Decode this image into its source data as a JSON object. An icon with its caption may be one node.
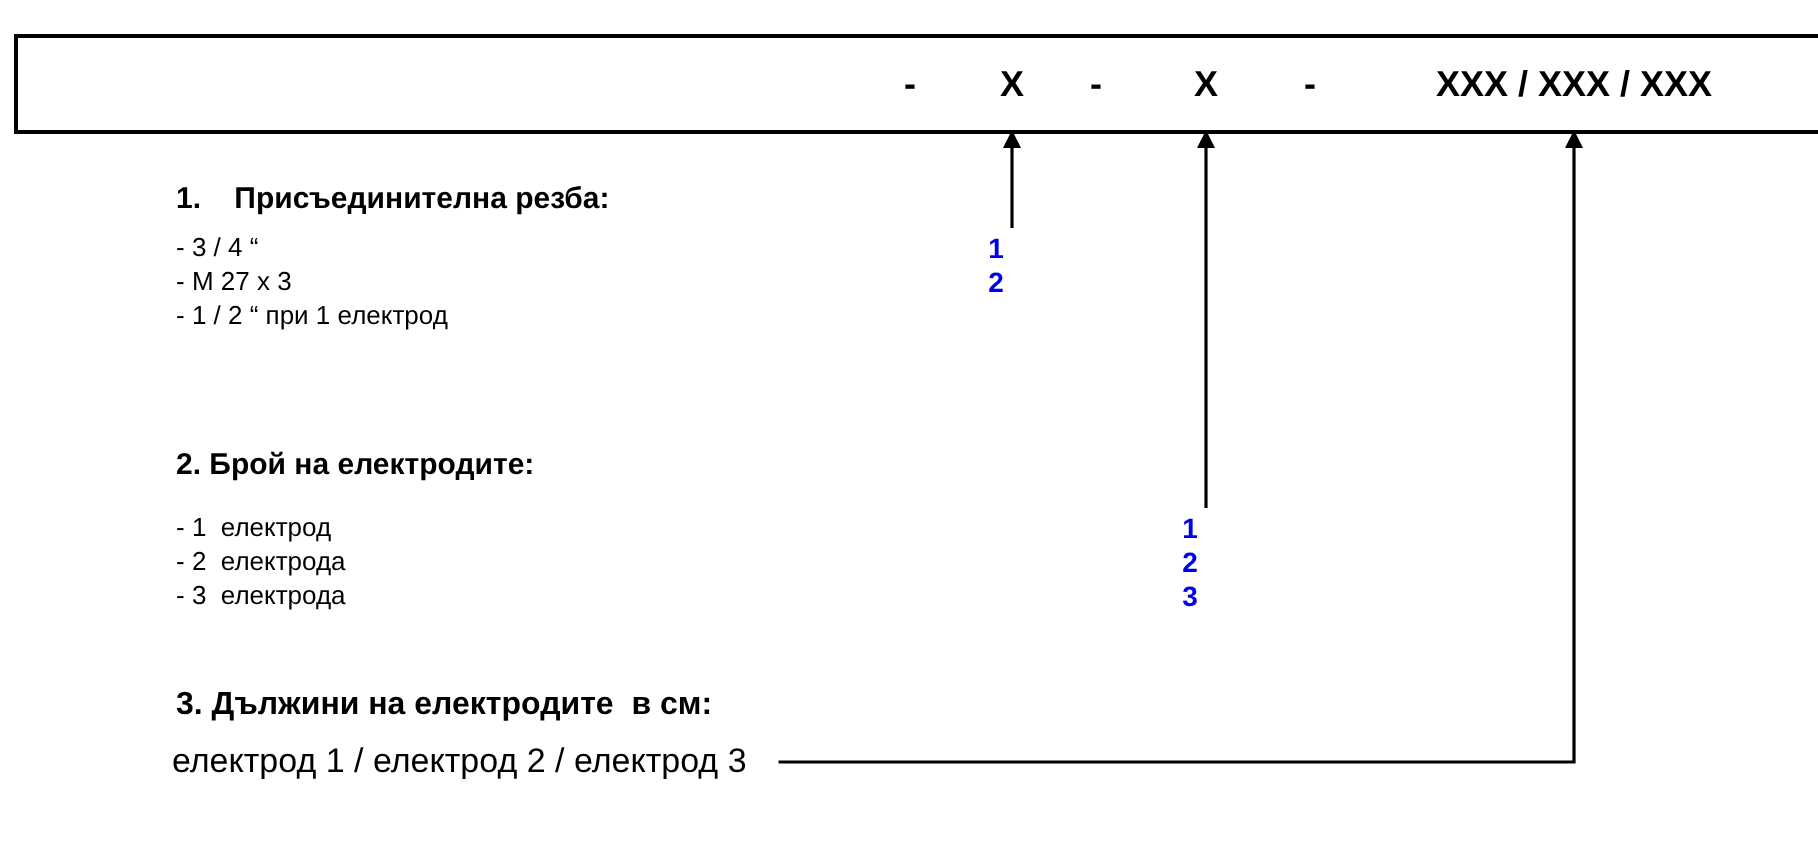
{
  "diagram": {
    "nodes": [
      {
        "text": [],
        "shape": "box"
      },
      {
        "text": [
          "X"
        ],
        "in": 0
      },
      {
        "text": [
          "X"
        ],
        "in": 0
      },
      {
        "text": [
          "XXX / XXX / XXX"
        ],
        "in": 0
      },
      {
        "text": [
          "1",
          "2"
        ]
      },
      {
        "text": [
          "1",
          "2",
          "3"
        ]
      },
      {
        "text": [
          "електрод 1 / електрод 2 / електрод 3"
        ]
      }
    ],
    "edges": [
      {
        "from": 4,
        "to": 1,
        "arrow": "to"
      },
      {
        "from": 5,
        "to": 2,
        "arrow": "to"
      },
      {
        "from": 6,
        "to": 3,
        "arrow": "to"
      }
    ],
    "labels": [
      "-",
      "-",
      "-",
      "1.    Присъединителна резба:",
      "- 3 / 4 “",
      "- M 27 x 3",
      "- 1 / 2 “ при 1 електрод",
      "2. Брой на електродите:",
      "- 1  електрод",
      "- 2  електрода",
      "- 3  електрода",
      "3. Дължини на електродите  в см:"
    ]
  }
}
